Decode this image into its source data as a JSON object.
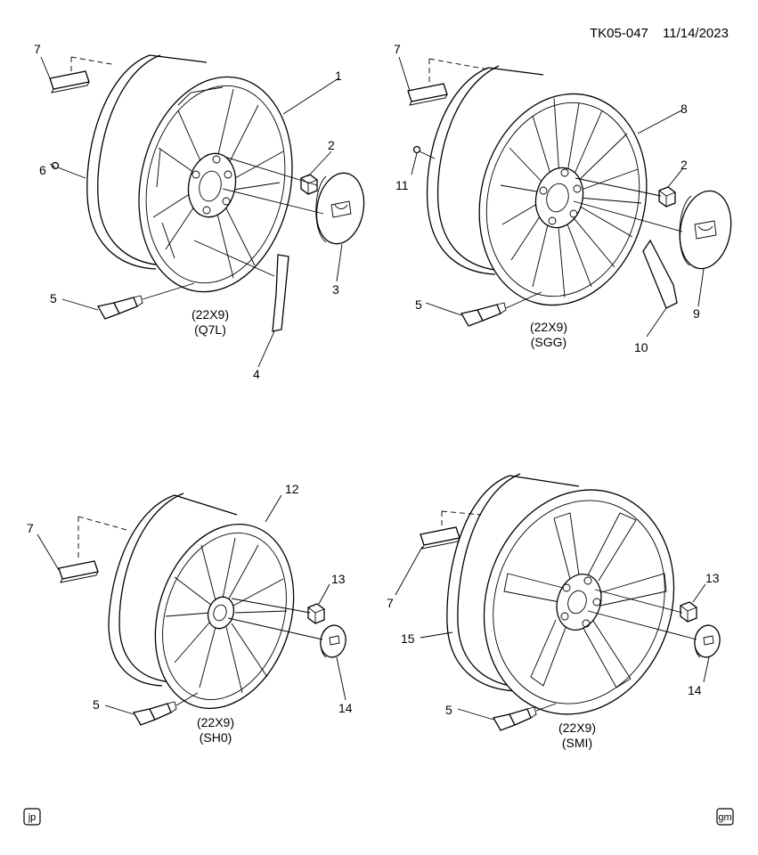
{
  "header": {
    "doc_id": "TK05-047",
    "date": "11/14/2023"
  },
  "callouts": {
    "c1": "1",
    "c2a": "2",
    "c2b": "2",
    "c3": "3",
    "c4": "4",
    "c5a": "5",
    "c5b": "5",
    "c5c": "5",
    "c5d": "5",
    "c6": "6",
    "c7a": "7",
    "c7b": "7",
    "c7c": "7",
    "c7d": "7",
    "c8": "8",
    "c9": "9",
    "c10": "10",
    "c11": "11",
    "c12": "12",
    "c13a": "13",
    "c13b": "13",
    "c14a": "14",
    "c14b": "14",
    "c15": "15"
  },
  "wheels": [
    {
      "size": "(22X9)",
      "code": "(Q7L)"
    },
    {
      "size": "(22X9)",
      "code": "(SGG)"
    },
    {
      "size": "(22X9)",
      "code": "(SH0)"
    },
    {
      "size": "(22X9)",
      "code": "(SMI)"
    }
  ],
  "corners": {
    "left_badge": "jp",
    "right_badge": "gm"
  }
}
